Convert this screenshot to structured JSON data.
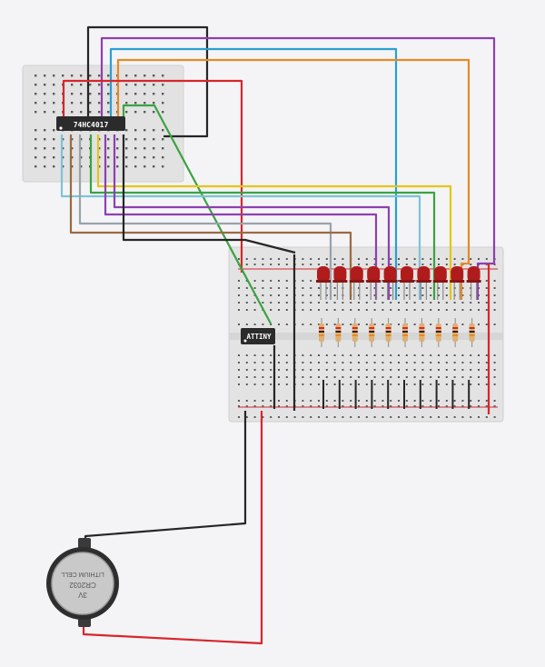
{
  "components": {
    "counter_chip": {
      "label": "74HC4017"
    },
    "mcu_chip": {
      "label": "ATTINY"
    },
    "battery": {
      "lines": [
        "3V",
        "CR2032",
        "LITHIUM CELL"
      ]
    },
    "led_count": 10,
    "resistor_count": 10
  },
  "colors": {
    "background": "#f4f4f6",
    "breadboard": "#e2e2e2",
    "hole": "#5a5a5a",
    "chip": "#2b2b2b",
    "led": "#b01c1c",
    "wire_red": "#d8262c",
    "wire_black": "#262626",
    "wire_green": "#3aa341",
    "wire_blue": "#2a9fd0",
    "wire_purple": "#8e3fb0",
    "wire_orange": "#e6892a",
    "wire_yellow": "#e3c51b",
    "wire_lightblue": "#7cc3d8",
    "wire_brown": "#9a6a43",
    "wire_gray": "#9aa2aa"
  }
}
